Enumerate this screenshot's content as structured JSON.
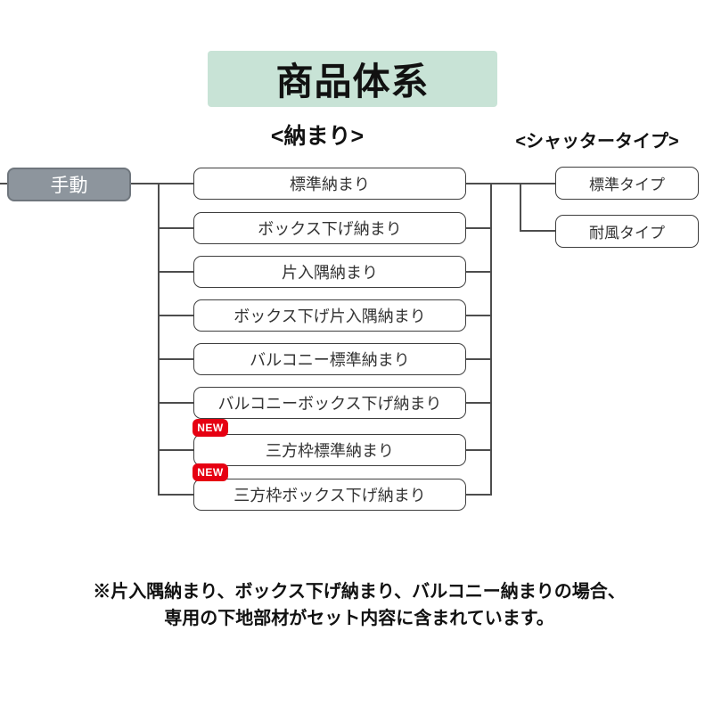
{
  "title": "商品体系",
  "headings": {
    "osamari": "<納まり>",
    "shutter_type": "<シャッタータイプ>"
  },
  "root": {
    "label": "手動"
  },
  "osamari_items": [
    {
      "label": "標準納まり",
      "badge": ""
    },
    {
      "label": "ボックス下げ納まり",
      "badge": ""
    },
    {
      "label": "片入隅納まり",
      "badge": ""
    },
    {
      "label": "ボックス下げ片入隅納まり",
      "badge": ""
    },
    {
      "label": "バルコニー標準納まり",
      "badge": ""
    },
    {
      "label": "バルコニーボックス下げ納まり",
      "badge": ""
    },
    {
      "label": "三方枠標準納まり",
      "badge": "NEW"
    },
    {
      "label": "三方枠ボックス下げ納まり",
      "badge": "NEW"
    }
  ],
  "shutter_types": [
    {
      "label": "標準タイプ"
    },
    {
      "label": "耐風タイプ"
    }
  ],
  "footnote": {
    "line1": "※片入隅納まり、ボックス下げ納まり、バルコニー納まりの場合、",
    "line2": "専用の下地部材がセット内容に含まれています。"
  },
  "colors": {
    "title_bg": "#c8e3d6",
    "root_fill": "#8d959d",
    "root_border": "#6f767d",
    "badge_bg": "#e60012",
    "badge_text": "#ffffff",
    "line": "#4d4d4d",
    "node_border": "#3e3e3e"
  }
}
